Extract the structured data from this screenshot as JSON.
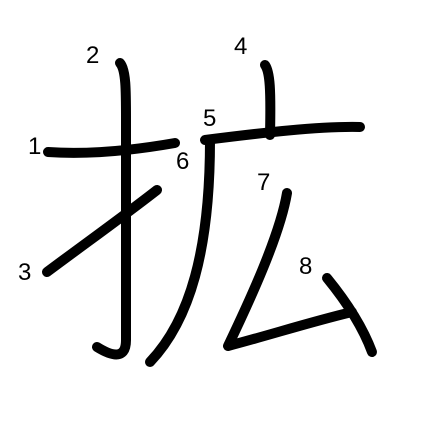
{
  "character": "拡",
  "stroke_numbers": [
    "1",
    "2",
    "3",
    "4",
    "5",
    "6",
    "7",
    "8"
  ],
  "colors": {
    "stroke": "#000000",
    "background": "#ffffff"
  }
}
